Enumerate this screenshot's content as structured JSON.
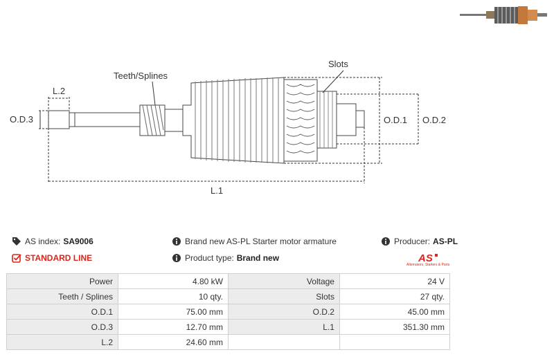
{
  "diagram": {
    "labels": {
      "teeth": "Teeth/Splines",
      "slots": "Slots",
      "l2": "L.2",
      "od3": "O.D.3",
      "od1": "O.D.1",
      "od2": "O.D.2",
      "l1": "L.1"
    }
  },
  "info": {
    "as_index_label": "AS index:",
    "as_index_value": "SA9006",
    "standard_line": "STANDARD LINE",
    "description": "Brand new AS-PL Starter motor armature",
    "product_type_label": "Product type:",
    "product_type_value": "Brand new",
    "producer_label": "Producer:",
    "producer_value": "AS-PL"
  },
  "logo": {
    "text": "AS",
    "tagline": "Alternators, Starters & Parts"
  },
  "specs": {
    "rows": [
      {
        "l1": "Power",
        "v1": "4.80 kW",
        "l2": "Voltage",
        "v2": "24 V"
      },
      {
        "l1": "Teeth / Splines",
        "v1": "10 qty.",
        "l2": "Slots",
        "v2": "27 qty."
      },
      {
        "l1": "O.D.1",
        "v1": "75.00 mm",
        "l2": "O.D.2",
        "v2": "45.00 mm"
      },
      {
        "l1": "O.D.3",
        "v1": "12.70 mm",
        "l2": "L.1",
        "v2": "351.30 mm"
      },
      {
        "l1": "L.2",
        "v1": "24.60 mm",
        "l2": "",
        "v2": ""
      }
    ]
  },
  "colors": {
    "accent": "#d9251c",
    "label_bg": "#ececec",
    "border": "#cfcfcf"
  }
}
